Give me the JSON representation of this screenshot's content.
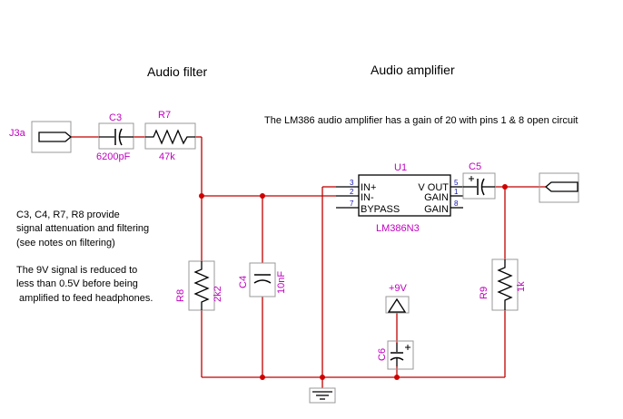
{
  "headings": {
    "filter": "Audio filter",
    "amplifier": "Audio amplifier"
  },
  "note_top": "The LM386 audio amplifier has a gain of 20 with pins 1 & 8 open circuit",
  "notes_left": {
    "line1": "C3, C4, R7, R8 provide",
    "line2": "signal attenuation and filtering",
    "line3": "(see notes on filtering)",
    "line4": "The 9V signal is reduced to",
    "line5": "less than 0.5V before being",
    "line6": " amplified to feed headphones."
  },
  "components": {
    "j3a": {
      "ref": "J3a"
    },
    "c3": {
      "ref": "C3",
      "value": "6200pF"
    },
    "r7": {
      "ref": "R7",
      "value": "47k"
    },
    "r8": {
      "ref": "R8",
      "value": "2k2"
    },
    "c4": {
      "ref": "C4",
      "value": "10nF"
    },
    "u1": {
      "ref": "U1",
      "part": "LM386N3",
      "pins": {
        "in_plus": "IN+",
        "in_minus": "IN-",
        "bypass": "BYPASS",
        "vout": "V OUT",
        "gain1": "GAIN",
        "gain2": "GAIN"
      },
      "pin_numbers": {
        "p3": "3",
        "p2": "2",
        "p7": "7",
        "p5": "5",
        "p1": "1",
        "p8": "8"
      }
    },
    "c5": {
      "ref": "C5"
    },
    "r9": {
      "ref": "R9",
      "value": "1k"
    },
    "supply": {
      "label": "+9V"
    },
    "c6": {
      "ref": "C6"
    }
  },
  "colors": {
    "wire": "#c00000",
    "component": "#000000",
    "label": "#c000c0",
    "pin_number": "#1010b0",
    "junction": "#d00000"
  }
}
